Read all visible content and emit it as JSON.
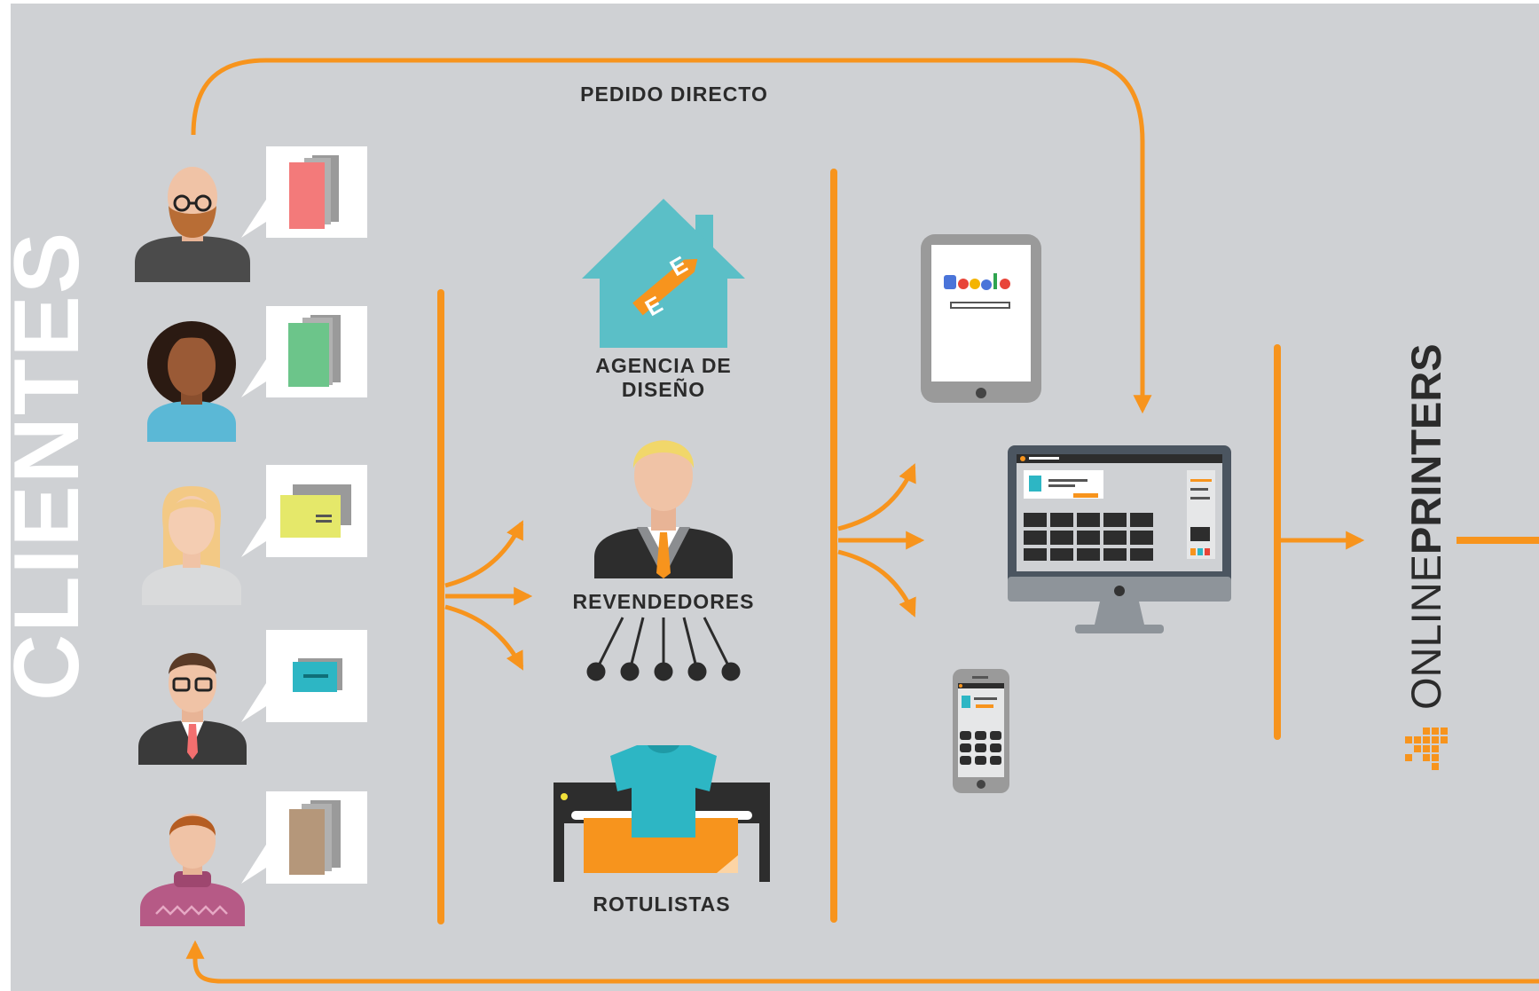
{
  "labels": {
    "pedido_directo": "PEDIDO DIRECTO",
    "agencia_line1": "AGENCIA DE",
    "agencia_line2": "DISEÑO",
    "revendedores": "REVENDEDORES",
    "rotulistas": "ROTULISTAS",
    "clientes": "CLIENTES",
    "brand_light": "ONLINE",
    "brand_bold": "PRINTERS",
    "google": "Google"
  },
  "colors": {
    "background": "#cfd1d4",
    "accent_orange": "#f7941d",
    "teal": "#5bbfc7",
    "dark": "#3a3a3a",
    "product_red": "#f37a7a",
    "product_green": "#6cc58a",
    "product_yellow": "#e5e86a",
    "product_teal": "#2db6c4",
    "product_brown": "#b5977a"
  },
  "icons": [
    "person-bearded-glasses-icon",
    "person-curly-hair-icon",
    "person-blonde-icon",
    "person-businessman-glasses-icon",
    "person-sweater-icon",
    "house-icon",
    "businessman-icon",
    "printer-plotter-icon",
    "tablet-icon",
    "monitor-icon",
    "smartphone-icon",
    "logo-icon"
  ]
}
